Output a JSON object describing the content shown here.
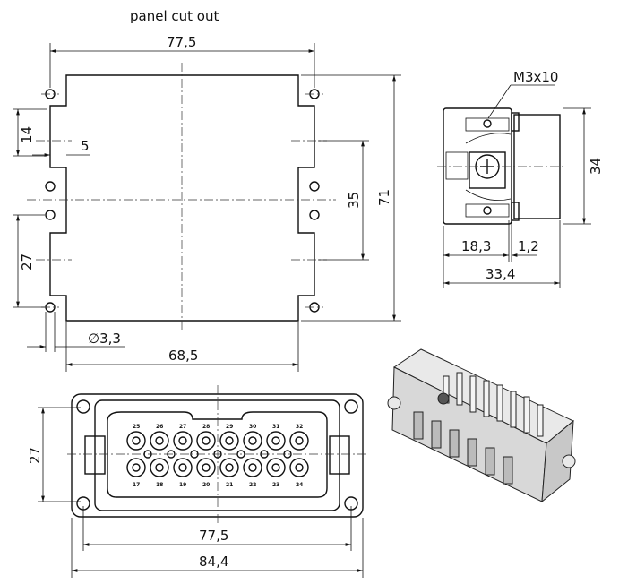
{
  "panel_cutout": {
    "title": "panel cut out",
    "dims": {
      "width_holes": "77,5",
      "height": "71",
      "inner_height": "35",
      "width_inner": "68,5",
      "hole_dia": "∅3,3",
      "notch_height": "14",
      "notch_depth": "5",
      "hole_spacing": "27"
    }
  },
  "side_view": {
    "screw_label": "M3x10",
    "dims": {
      "height": "34",
      "depth_front": "18,3",
      "flange": "1,2",
      "total_depth": "33,4"
    }
  },
  "front_view": {
    "dims": {
      "height": "27",
      "hole_spacing": "77,5",
      "total_width": "84,4"
    },
    "pins_top": [
      "25",
      "26",
      "27",
      "28",
      "29",
      "30",
      "31",
      "32"
    ],
    "pins_bottom": [
      "17",
      "18",
      "19",
      "20",
      "21",
      "22",
      "23",
      "24"
    ]
  }
}
